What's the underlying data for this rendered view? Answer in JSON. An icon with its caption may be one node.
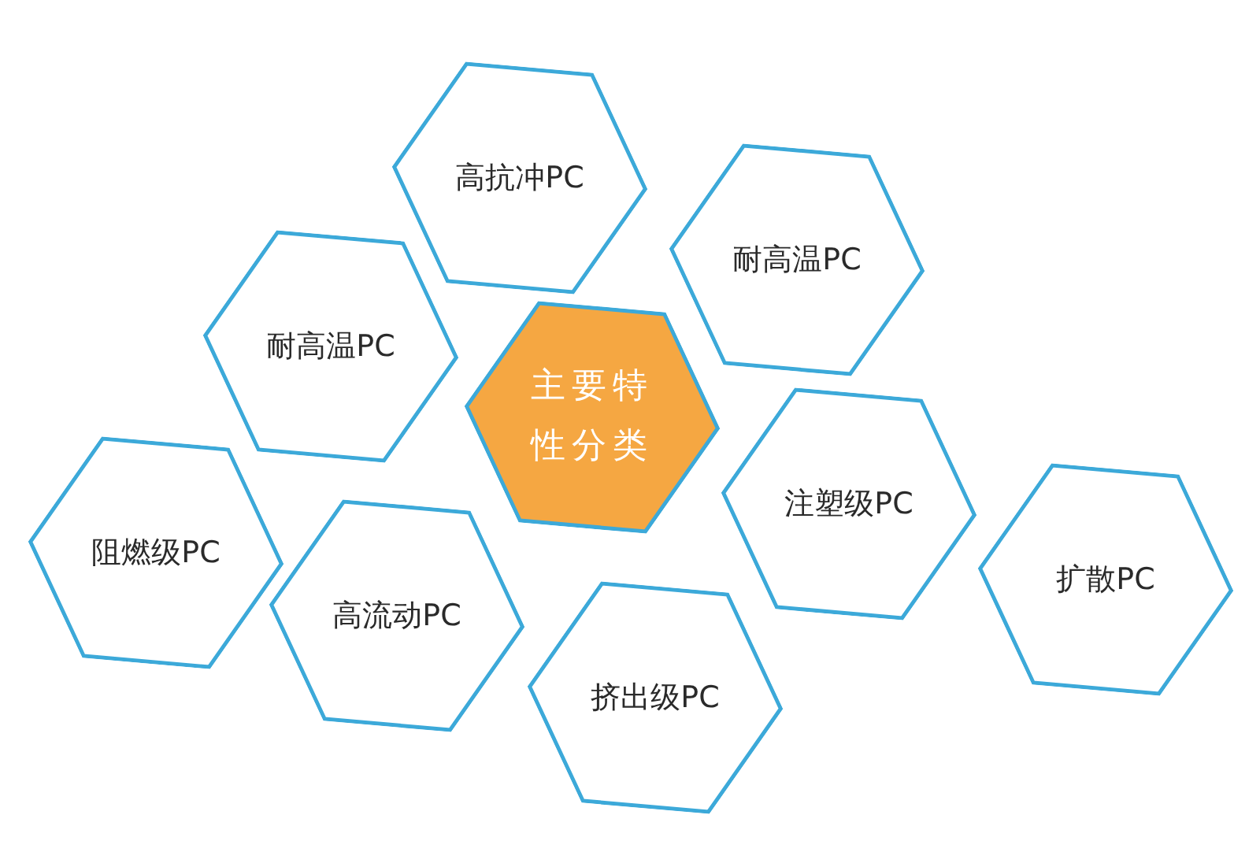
{
  "diagram": {
    "nodes": [
      {
        "text": [
          "高抗冲PC"
        ]
      },
      {
        "text": [
          "耐高温PC"
        ]
      },
      {
        "text": [
          "耐高温PC"
        ]
      },
      {
        "text": [
          "主要特性分类"
        ]
      },
      {
        "text": [
          "注塑级PC"
        ]
      },
      {
        "text": [
          "阻燃级PC"
        ]
      },
      {
        "text": [
          "高流动PC"
        ]
      },
      {
        "text": [
          "扩散PC"
        ]
      },
      {
        "text": [
          "挤出级PC"
        ]
      }
    ]
  }
}
